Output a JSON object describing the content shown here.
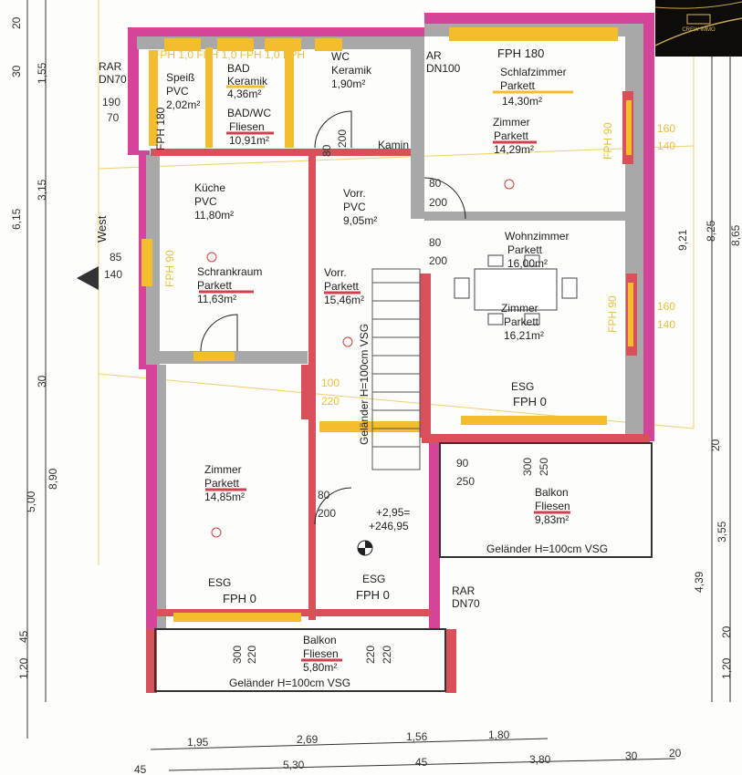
{
  "logo": {
    "text": "CREW IMMO"
  },
  "orientation": "West",
  "rooms": {
    "speiss": {
      "name": "Speiß",
      "floor": "PVC",
      "area": "2,02m²"
    },
    "bad": {
      "name": "BAD",
      "floor": "Keramik",
      "area": "4,36m²"
    },
    "badwc": {
      "name": "BAD/WC",
      "floor": "Fliesen",
      "area": "10,91m²"
    },
    "wc": {
      "name": "WC",
      "floor": "Keramik",
      "area": "1,90m²"
    },
    "schlaf": {
      "name": "Schlafzimmer",
      "floor": "Parkett",
      "area": "14,30m²"
    },
    "zimmer1": {
      "name": "Zimmer",
      "floor": "Parkett",
      "area": "14,29m²"
    },
    "kueche": {
      "name": "Küche",
      "floor": "PVC",
      "area": "11,80m²"
    },
    "schrank": {
      "name": "Schrankraum",
      "floor": "Parkett",
      "area": "11,63m²"
    },
    "vorr1": {
      "name": "Vorr.",
      "floor": "PVC",
      "area": "9,05m²"
    },
    "vorr2": {
      "name": "Vorr.",
      "floor": "Parkett",
      "area": "15,46m²"
    },
    "wohn": {
      "name": "Wohnzimmer",
      "floor": "Parkett",
      "area": "16,00m²"
    },
    "zimmer2": {
      "name": "Zimmer",
      "floor": "Parkett",
      "area": "16,21m²"
    },
    "zimmer3": {
      "name": "Zimmer",
      "floor": "Parkett",
      "area": "14,85m²"
    },
    "balkon1": {
      "name": "Balkon",
      "floor": "Fliesen",
      "area": "9,83m²"
    },
    "balkon2": {
      "name": "Balkon",
      "floor": "Fliesen",
      "area": "5,80m²"
    }
  },
  "labels": {
    "kamin": "Kamin",
    "fph180_top": "FPH 180",
    "fph180_left": "FPH 180",
    "fph90_right1": "FPH 90",
    "fph90_right2": "FPH 90",
    "fph90_left": "FPH 90",
    "fph_top": "FPH 1,0 FPH 1,0 FPH 1,0 FPH",
    "rar1": "RAR",
    "dn70_1": "DN70",
    "rar2": "AR",
    "dn100": "DN100",
    "rar3": "RAR",
    "dn70_3": "DN70",
    "esg": "ESG",
    "fph0": "FPH 0",
    "gelaender": "Geländer H=100cm VSG",
    "gelaender_stairs": "Geländer H=100cm VSG",
    "level1": "+2,95=",
    "level2": "+246,95"
  },
  "dims": {
    "bottom_row1": [
      "1,95",
      "2,69",
      "1,56",
      "1,80"
    ],
    "bottom_row2": [
      "45",
      "5,30",
      "45",
      "3,80",
      "30",
      "20"
    ],
    "left": [
      "20",
      "30",
      "1,55",
      "6,15",
      "3,15",
      "30",
      "5,00",
      "8,90",
      "1,20",
      "45"
    ],
    "right": [
      "9,21",
      "8,25",
      "8,65",
      "20",
      "3,55",
      "4,39",
      "1,20",
      "20"
    ],
    "window_left": [
      "190",
      "70",
      "85",
      "140"
    ],
    "window_right": [
      "160",
      "140",
      "160",
      "140"
    ],
    "doors": [
      "80",
      "200",
      "80",
      "200",
      "80",
      "200",
      "80",
      "200",
      "90",
      "250",
      "300",
      "250",
      "300",
      "220",
      "220",
      "220",
      "100",
      "220"
    ]
  }
}
